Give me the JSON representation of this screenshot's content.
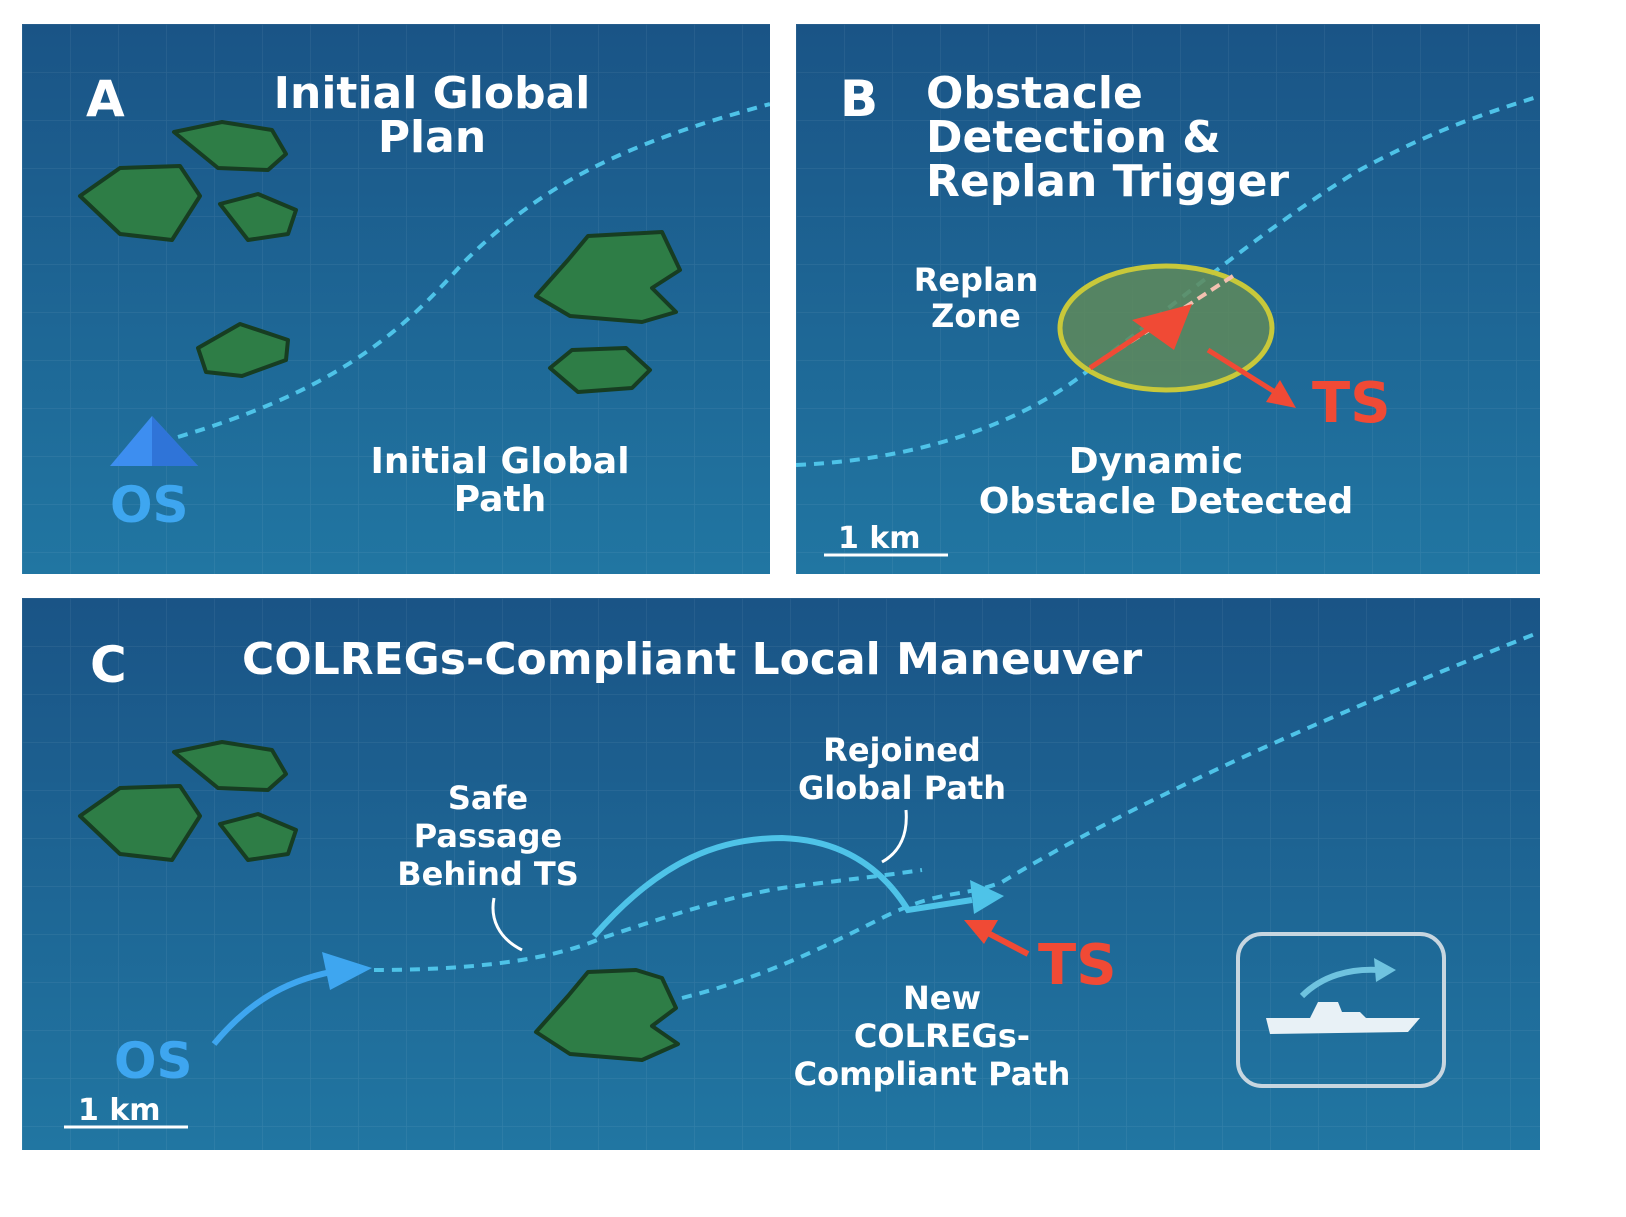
{
  "panel_a": {
    "letter": "A",
    "title_line1": "Initial Global",
    "title_line2": "Plan",
    "path_label_line1": "Initial Global",
    "path_label_line2": "Path",
    "vessel_label": "OS"
  },
  "panel_b": {
    "letter": "B",
    "title_line1": "Obstacle",
    "title_line2": "Detection &",
    "title_line3": "Replan Trigger",
    "zone_label_line1": "Replan",
    "zone_label_line2": "Zone",
    "target_label": "TS",
    "detect_label_line1": "Dynamic",
    "detect_label_line2": "Obstacle Detected",
    "scale_label": "1 km"
  },
  "panel_c": {
    "letter": "C",
    "title": "COLREGs-Compliant Local Maneuver",
    "rejoin_line1": "Rejoined",
    "rejoin_line2": "Global Path",
    "safe_line1": "Safe",
    "safe_line2": "Passage",
    "safe_line3": "Behind TS",
    "target_label": "TS",
    "new_path_line1": "New",
    "new_path_line2": "COLREGs-",
    "new_path_line3": "Compliant Path",
    "vessel_label": "OS",
    "scale_label": "1 km",
    "icon": "ship-maneuver-icon"
  },
  "colors": {
    "sea": "#1a5f8c",
    "island": "#2e7d46",
    "path": "#4ec3e8",
    "own_ship": "#3d8ef0",
    "target_ship": "#f04a35",
    "replan_zone": "#c8c83a"
  }
}
